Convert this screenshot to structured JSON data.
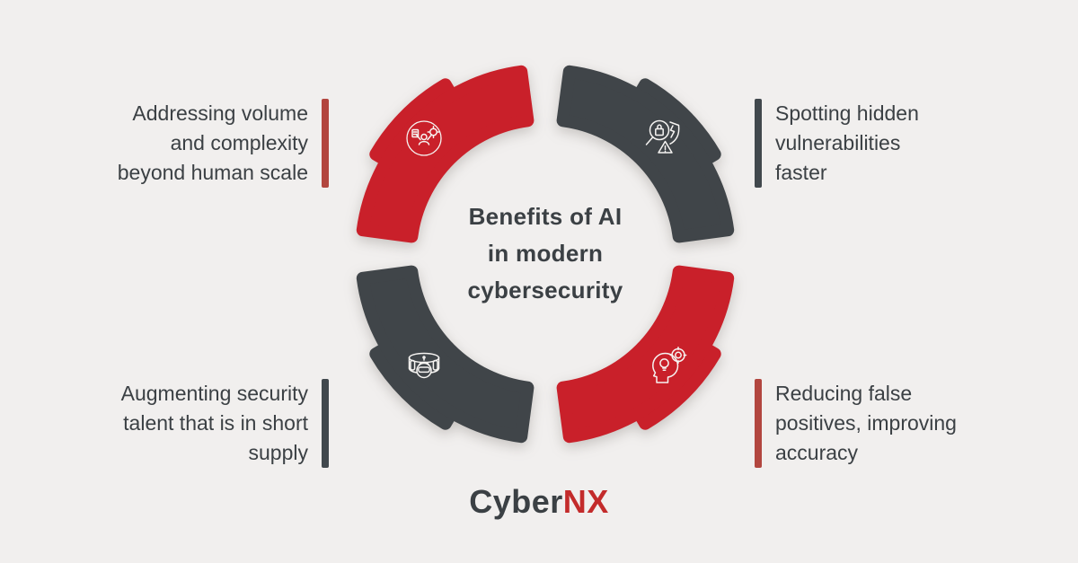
{
  "colors": {
    "background": "#f1efee",
    "red": "#c9202a",
    "dark": "#404549",
    "bar_red": "#b2463f",
    "bar_dark": "#41484d",
    "text": "#3b4044",
    "icon_stroke": "#f6f4f2",
    "logo_dark": "#3b4044",
    "logo_red": "#c32b2b"
  },
  "title": "Benefits of AI\nin modern\ncybersecurity",
  "benefits": {
    "top_left": {
      "text": "Addressing volume\nand complexity\nbeyond human scale",
      "accent": "#b2463f",
      "icon": "person-managing-data-volume-icon"
    },
    "top_right": {
      "text": "Spotting hidden\nvulnerabilities\nfaster",
      "accent": "#41484d",
      "icon": "magnifier-lock-broken-shield-warning-icon"
    },
    "bottom_left": {
      "text": "Augmenting security\ntalent that is in short\nsupply",
      "accent": "#41484d",
      "icon": "vr-headset-analyst-icon"
    },
    "bottom_right": {
      "text": "Reducing false\npositives, improving\naccuracy",
      "accent": "#b2463f",
      "icon": "head-lightbulb-target-icon"
    }
  },
  "logo": {
    "prefix": "Cyber",
    "suffix": "NX"
  }
}
